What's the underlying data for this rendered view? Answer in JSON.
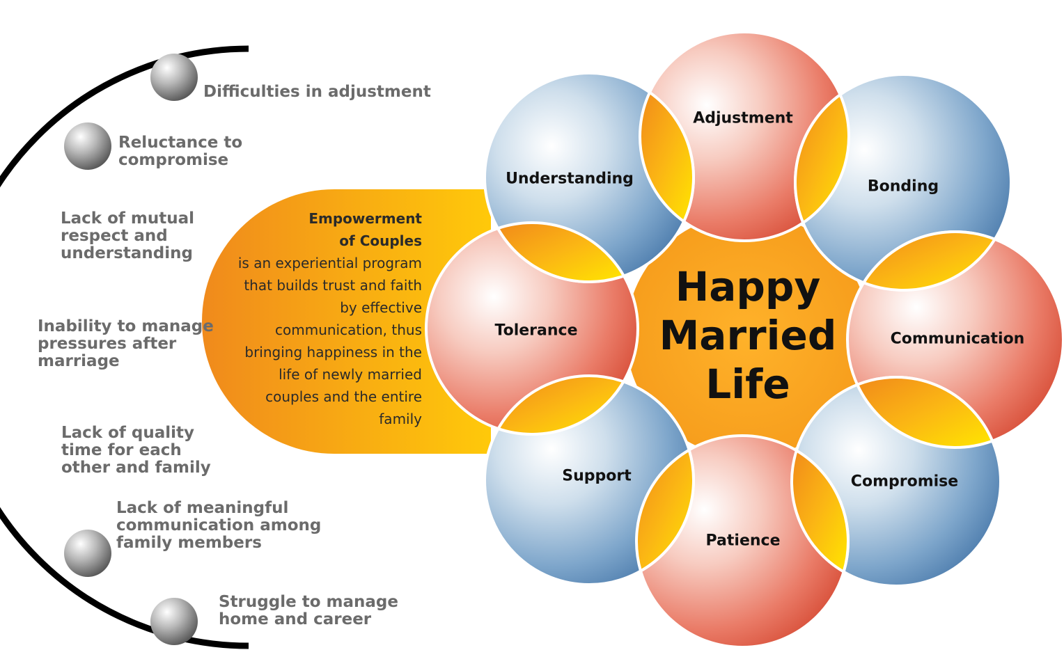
{
  "issues": [
    {
      "lines": [
        "Difficulties in adjustment"
      ]
    },
    {
      "lines": [
        "Reluctance to",
        "compromise"
      ]
    },
    {
      "lines": [
        "Lack of mutual",
        "respect and",
        "understanding"
      ]
    },
    {
      "lines": [
        "Inability to manage",
        "pressures after",
        "marriage"
      ]
    },
    {
      "lines": [
        "Lack of quality",
        "time for each",
        "other and family"
      ]
    },
    {
      "lines": [
        "Lack of meaningful",
        "communication among",
        "family members"
      ]
    },
    {
      "lines": [
        "Struggle to manage",
        "home and career"
      ]
    }
  ],
  "empowerment": {
    "title_lines": [
      "Empowerment",
      "of Couples"
    ],
    "body_lines": [
      "is an experiential program",
      "that builds trust and faith",
      "by effective",
      "communication, thus",
      "bringing happiness in the",
      "life of newly married",
      "couples and the entire",
      "family"
    ]
  },
  "center": {
    "lines": [
      "Happy",
      "Married",
      "Life"
    ]
  },
  "values": [
    {
      "label": "Adjustment",
      "tone": "red"
    },
    {
      "label": "Bonding",
      "tone": "blue"
    },
    {
      "label": "Communication",
      "tone": "red"
    },
    {
      "label": "Compromise",
      "tone": "blue"
    },
    {
      "label": "Patience",
      "tone": "red"
    },
    {
      "label": "Support",
      "tone": "blue"
    },
    {
      "label": "Tolerance",
      "tone": "red"
    },
    {
      "label": "Understanding",
      "tone": "blue"
    }
  ],
  "colors": {
    "issue_text": "#6b6b6b",
    "arc": "#000000",
    "orange_dark": "#f08c1e",
    "orange_light": "#ffd500",
    "red_sphere": "#e8604a",
    "blue_sphere": "#5a88b8"
  }
}
